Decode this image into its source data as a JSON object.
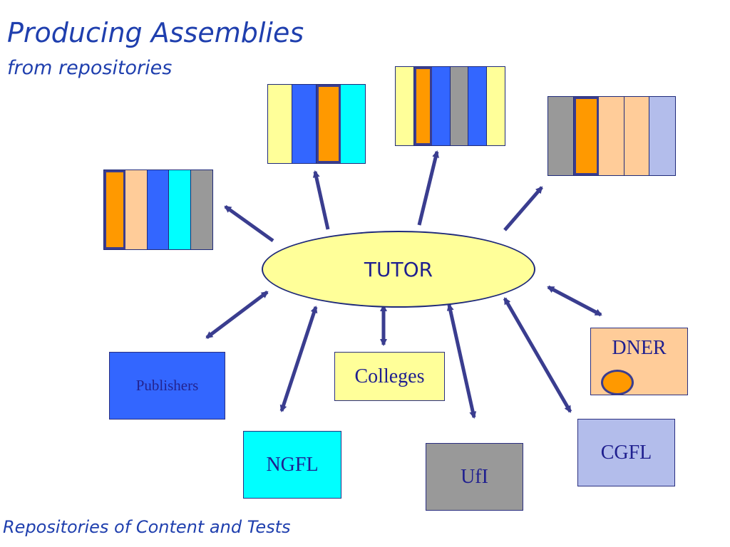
{
  "header": {
    "title": "Producing Assemblies",
    "subtitle": "from repositories"
  },
  "footer": {
    "caption": "Repositories of Content and Tests"
  },
  "hub": {
    "label": "TUTOR"
  },
  "repositories": [
    {
      "id": "publishers",
      "label": "Publishers",
      "fill": "#3366ff"
    },
    {
      "id": "colleges",
      "label": "Colleges",
      "fill": "#ffff99"
    },
    {
      "id": "dner",
      "label": "DNER",
      "fill": "#ffcc99"
    },
    {
      "id": "ngfl",
      "label": "NGFL",
      "fill": "#00ffff"
    },
    {
      "id": "ufi",
      "label": "UfI",
      "fill": "#999999"
    },
    {
      "id": "cgfl",
      "label": "CGFL",
      "fill": "#b3bdeb"
    }
  ],
  "assemblies": [
    {
      "id": "assembly-1",
      "strips": [
        "#ff9900",
        "#ffcc99",
        "#3366ff",
        "#00ffff",
        "#999999"
      ],
      "highlight": 0
    },
    {
      "id": "assembly-2",
      "strips": [
        "#ffff99",
        "#3366ff",
        "#ff9900",
        "#00ffff"
      ],
      "highlight": 2
    },
    {
      "id": "assembly-3",
      "strips": [
        "#ffff99",
        "#ff9900",
        "#3366ff",
        "#999999",
        "#3366ff",
        "#ffff99"
      ],
      "highlight": 1
    },
    {
      "id": "assembly-4",
      "strips": [
        "#999999",
        "#ff9900",
        "#ffcc99",
        "#ffcc99",
        "#b3bdeb"
      ],
      "highlight": 1
    }
  ],
  "colors": {
    "text": "#1f3fae",
    "arrow": "#3a3d8f",
    "hub_fill": "#ffff99",
    "dner_dot": "#ff9900"
  }
}
